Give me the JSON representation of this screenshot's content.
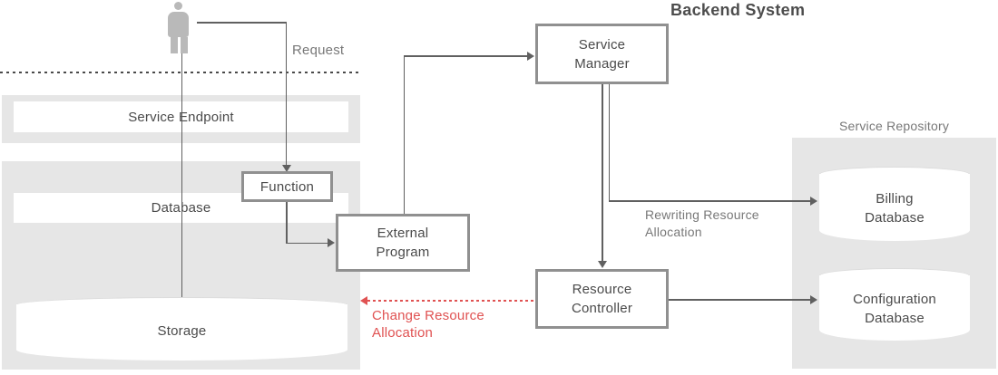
{
  "header": {
    "title": "Backend System"
  },
  "colors": {
    "container_bg": "#e6e6e6",
    "box_border": "#909090",
    "line": "#606060",
    "accent_red": "#e05252",
    "person_gray": "#b9b9b9"
  },
  "edges": {
    "request_label": "Request",
    "rewriting_label": "Rewriting Resource\nAllocation",
    "change_label": "Change Resource\nAllocation"
  },
  "frontend": {
    "service_endpoint": "Service Endpoint",
    "database": "Database",
    "function": "Function",
    "storage": "Storage"
  },
  "backend": {
    "external_program": "External\nProgram",
    "service_manager": "Service\nManager",
    "resource_controller": "Resource\nController"
  },
  "repository": {
    "label": "Service Repository",
    "billing_database": "Billing\nDatabase",
    "configuration_database": "Configuration\nDatabase"
  }
}
